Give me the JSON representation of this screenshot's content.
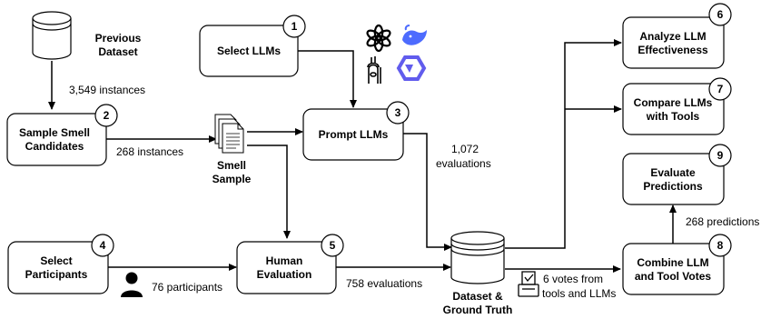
{
  "nodes": {
    "previous_dataset": {
      "line1": "Previous",
      "line2": "Dataset"
    },
    "sample_smell": {
      "line1": "Sample Smell",
      "line2": "Candidates",
      "badge": "2"
    },
    "select_llms": {
      "line1": "Select LLMs",
      "badge": "1"
    },
    "prompt_llms": {
      "line1": "Prompt LLMs",
      "badge": "3"
    },
    "smell_sample": {
      "line1": "Smell",
      "line2": "Sample"
    },
    "select_participants": {
      "line1": "Select",
      "line2": "Participants",
      "badge": "4"
    },
    "human_eval": {
      "line1": "Human",
      "line2": "Evaluation",
      "badge": "5"
    },
    "dataset_gt": {
      "line1": "Dataset &",
      "line2": "Ground Truth"
    },
    "analyze": {
      "line1": "Analyze LLM",
      "line2": "Effectiveness",
      "badge": "6"
    },
    "compare": {
      "line1": "Compare LLMs",
      "line2": "with Tools",
      "badge": "7"
    },
    "evaluate": {
      "line1": "Evaluate",
      "line2": "Predictions",
      "badge": "9"
    },
    "combine": {
      "line1": "Combine LLM",
      "line2": "and Tool Votes",
      "badge": "8"
    }
  },
  "edge_labels": {
    "instances_3549": "3,549 instances",
    "instances_268": "268 instances",
    "evals_1072_a": "1,072",
    "evals_1072_b": "evaluations",
    "participants_76": "76 participants",
    "evals_758": "758 evaluations",
    "votes_a": "6 votes from",
    "votes_b": "tools and LLMs",
    "predictions_268": "268 predictions"
  },
  "icons": [
    "database-icon",
    "openai-logo-icon",
    "deepseek-logo-icon",
    "llama-logo-icon",
    "qwen-logo-icon",
    "documents-icon",
    "person-icon",
    "ballot-box-icon"
  ],
  "colors": {
    "deepseek": "#4D6BFE",
    "qwen": "#615CED",
    "stroke": "#000000"
  }
}
